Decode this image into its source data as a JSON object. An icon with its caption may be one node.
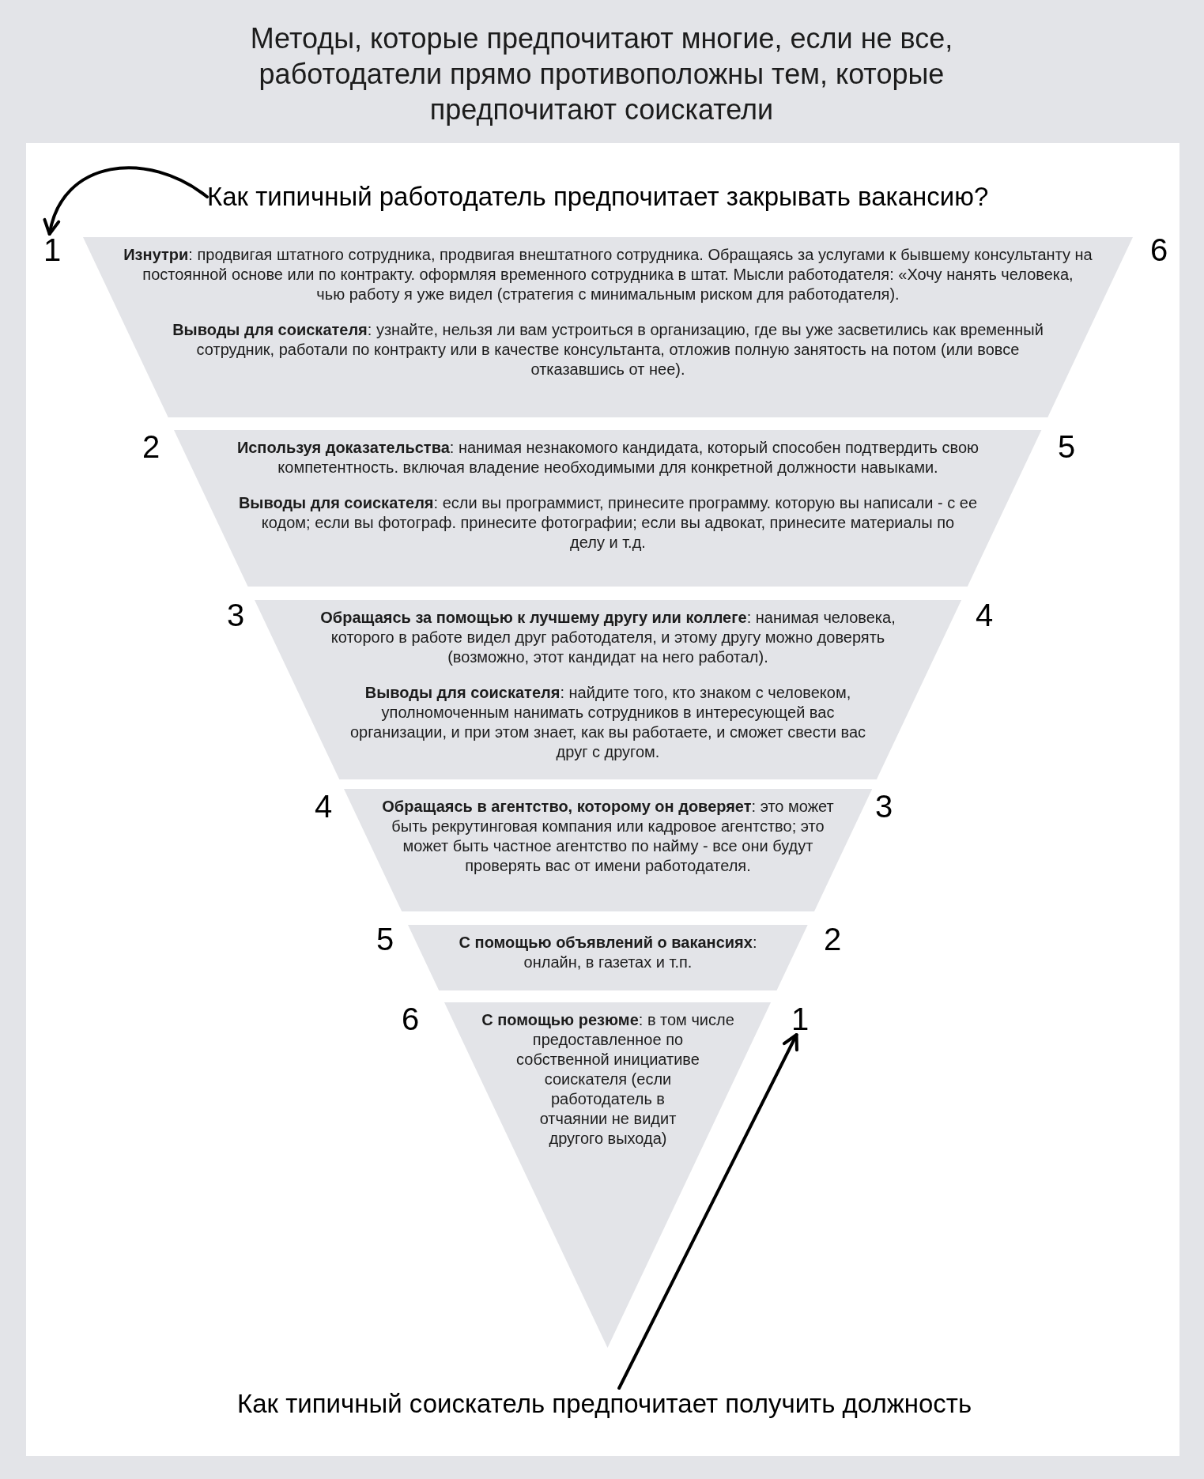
{
  "diagram": {
    "title": "Методы, которые предпочитают многие, если не все, работодатели прямо противоположны тем, которые предпочитают соискатели",
    "nodes": [
      {
        "text": [
          "Как типичный работодатель предпочитает закрывать вакансию?"
        ]
      },
      {
        "text": [
          "1"
        ]
      },
      {
        "text": [
          "**Изнутри**: продвигая штатного сотрудника, продвигая внештатного сотрудника. Обращаясь за услугами к бывшему консультанту на постоянной основе или по контракту. оформляя временного сотрудника в штат. Мысли работодателя: «Хочу нанять человека, чью работу я уже видел (стратегия с минимальным риском для работодателя).",
          "**Выводы для соискателя**: узнайте, нельзя ли вам устроиться в организацию, где вы уже засветились как временный сотрудник, работали по контракту или в качестве консультанта, отложив полную занятость на потом (или вовсе отказавшись от нее)."
        ],
        "beside": [
          "6"
        ]
      },
      {
        "text": [
          "**Используя доказательства**: нанимая незнакомого кандидата, который способен подтвердить свою компетентность. включая владение необходимыми для конкретной должности навыками.",
          "**Выводы для соискателя**: если вы программист, принесите программу. которую вы написали - с ее кодом; если вы фотограф. принесите фотографии; если вы адвокат, принесите материалы по делу и т.д."
        ],
        "beside": [
          "2",
          "5"
        ]
      },
      {
        "text": [
          "**Обращаясь за помощью к лучшему другу или коллеге**: нанимая человека, которого в работе видел друг работодателя, и этому другу можно доверять (возможно, этот кандидат на него работал).",
          "**Выводы для соискателя**: найдите того, кто знаком с человеком, уполномоченным нанимать сотрудников в интересующей вас организации, и при этом знает, как вы работаете, и сможет свести вас друг с другом."
        ],
        "beside": [
          "3",
          "4"
        ]
      },
      {
        "text": [
          "**Обращаясь в агентство, которому он доверяет**: это может быть рекрутинговая компания или кадровое агентство; это может быть частное агентство по найму - все они будут проверять вас от имени работодателя."
        ],
        "beside": [
          "4",
          "3"
        ]
      },
      {
        "text": [
          "**С помощью объявлений о вакансиях**: онлайн, в газетах и т.п."
        ],
        "beside": [
          "5",
          "2"
        ]
      },
      {
        "text": [
          "**С помощью резюме**: в том числе предоставленное по собственной инициативе соискателя (если работодатель в отчаянии не видит другого выхода)"
        ],
        "beside": [
          "6"
        ]
      },
      {
        "text": [
          "1"
        ]
      },
      {
        "text": [
          "Как типичный соискатель предпочитает получить должность"
        ]
      }
    ],
    "edges": [
      {
        "from": 0,
        "to": 1,
        "arrow": "to"
      },
      {
        "from": 9,
        "to": 8,
        "arrow": "to"
      }
    ]
  }
}
